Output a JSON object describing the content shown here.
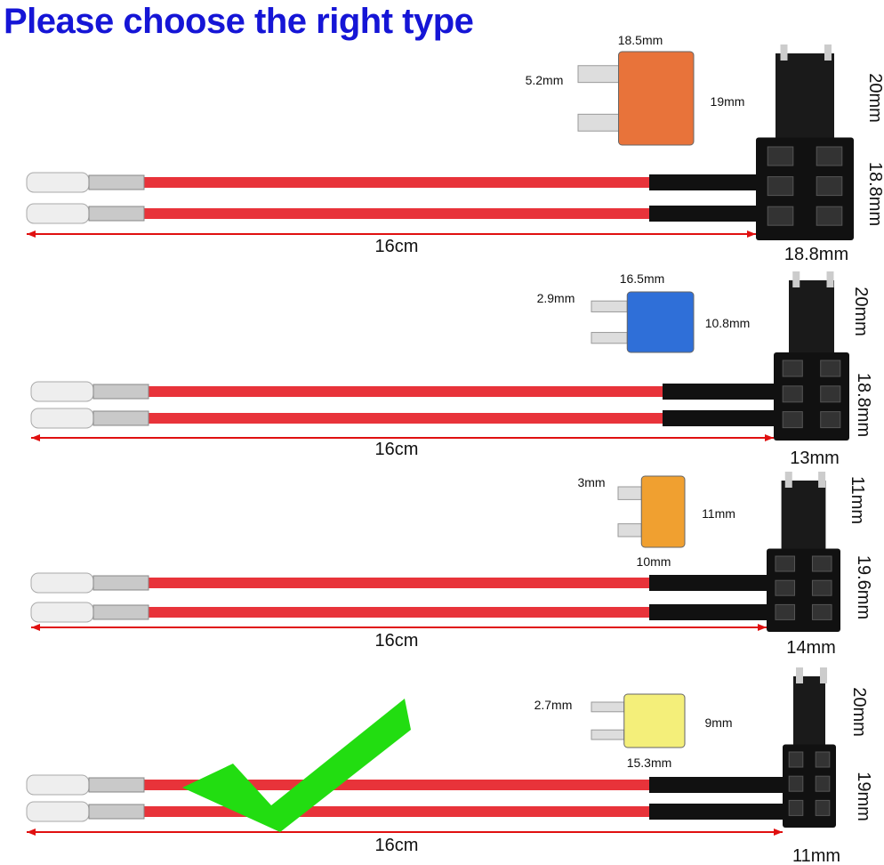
{
  "title": "Please choose the right type",
  "colors": {
    "title": "#1515d6",
    "wire": "#e8333a",
    "dimension_arrow": "#e01010",
    "check": "#22dd11"
  },
  "variants": [
    {
      "fuse_type": "standard",
      "fuse_color": "#e8733a",
      "cable_length": "16cm",
      "fuse_dims": [
        "18.5mm",
        "5.2mm",
        "19mm"
      ],
      "holder_dims": [
        "20mm",
        "18.8mm",
        "18.8mm"
      ],
      "selected": false
    },
    {
      "fuse_type": "mini",
      "fuse_color": "#2f6fd8",
      "cable_length": "16cm",
      "fuse_dims": [
        "16.5mm",
        "2.9mm",
        "10.8mm"
      ],
      "holder_dims": [
        "20mm",
        "18.8mm",
        "13mm"
      ],
      "selected": false
    },
    {
      "fuse_type": "low-profile mini",
      "fuse_color": "#f0a030",
      "cable_length": "16cm",
      "fuse_dims": [
        "10mm",
        "3mm",
        "11mm"
      ],
      "holder_dims": [
        "11mm",
        "19.6mm",
        "14mm"
      ],
      "selected": false
    },
    {
      "fuse_type": "micro2",
      "fuse_color": "#f4ef7a",
      "cable_length": "16cm",
      "fuse_dims": [
        "15.3mm",
        "2.7mm",
        "9mm"
      ],
      "holder_dims": [
        "20mm",
        "19mm",
        "11mm"
      ],
      "selected": true
    }
  ]
}
